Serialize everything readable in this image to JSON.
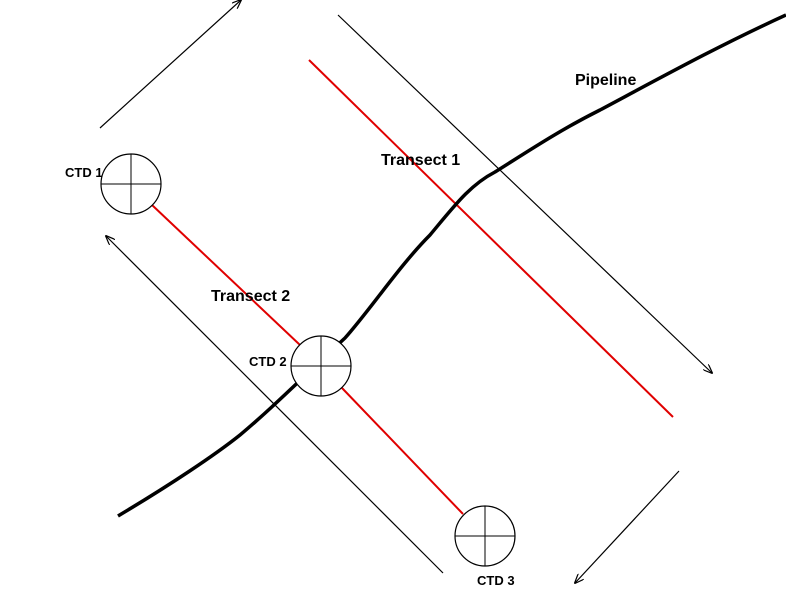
{
  "labels": {
    "pipeline": "Pipeline",
    "transect1": "Transect 1",
    "transect2": "Transect 2",
    "ctd1": "CTD 1",
    "ctd2": "CTD 2",
    "ctd3": "CTD 3"
  },
  "colors": {
    "transect": "#e00000",
    "line": "#000000"
  }
}
